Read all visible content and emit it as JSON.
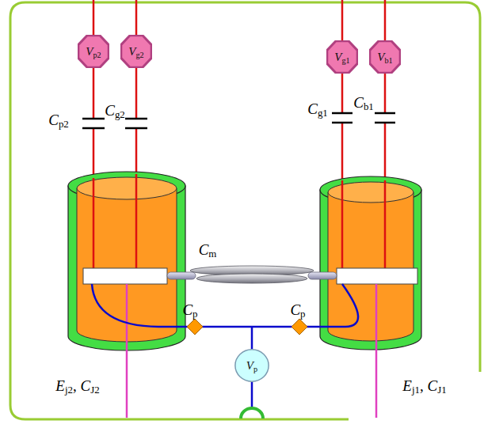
{
  "diagram": {
    "nodes": [
      {
        "text": [
          "Vp2"
        ]
      },
      {
        "text": [
          "Vg2"
        ]
      },
      {
        "text": [
          "Vg1"
        ]
      },
      {
        "text": [
          "Vb1"
        ]
      },
      {
        "text": [
          "Vp"
        ]
      }
    ],
    "labels": [
      "Cp2",
      "Cg2",
      "Cg1",
      "Cb1",
      "Cm",
      "Cp",
      "Cp",
      "Ej2, CJ2",
      "Ej1, CJ1"
    ]
  }
}
